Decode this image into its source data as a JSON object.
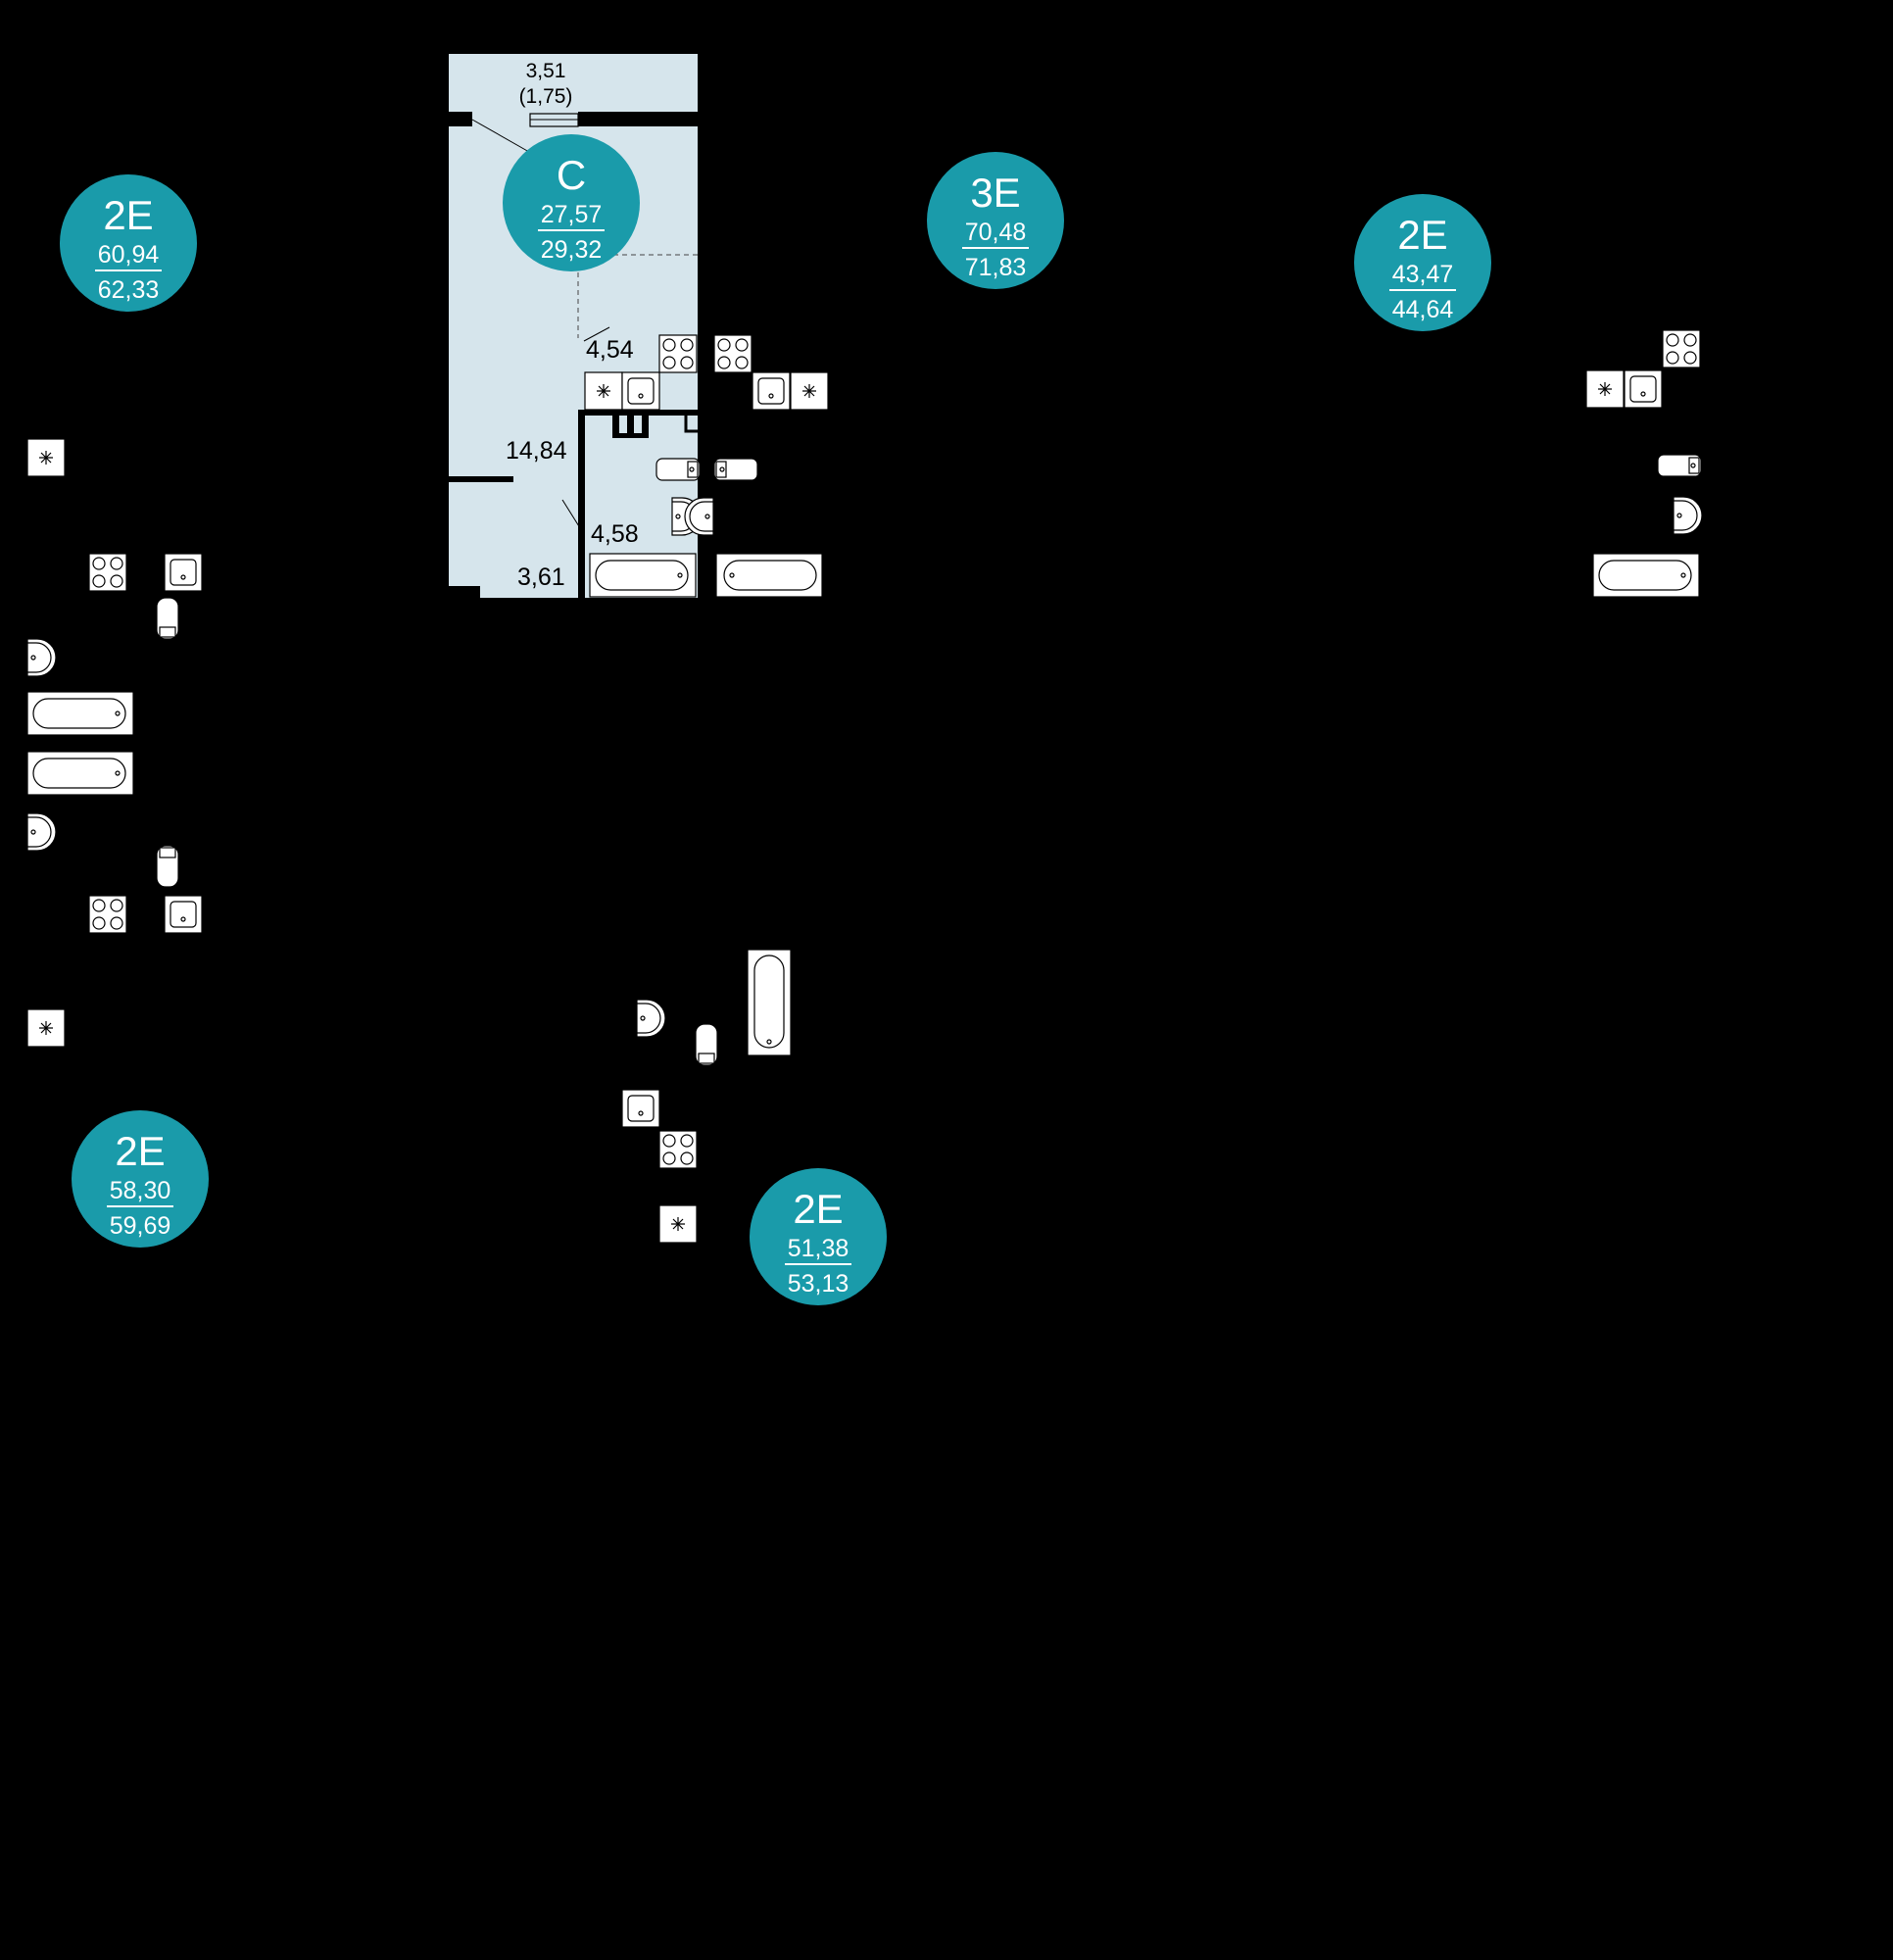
{
  "colors": {
    "background": "#000000",
    "badge": "#1a9baa",
    "highlight_apartment": "#d6e5ec",
    "wall": "#000000",
    "fixture": "#ffffff"
  },
  "highlighted_apartment": {
    "type": "С",
    "living_area": "27,57",
    "total_area": "29,32",
    "rooms": {
      "main_room": "14,84",
      "kitchen": "4,54",
      "bathroom": "4,58",
      "hallway": "3,61"
    },
    "balcony": {
      "area": "3,51",
      "reduced_area": "(1,75)"
    }
  },
  "badges": [
    {
      "type": "2Е",
      "living_area": "60,94",
      "total_area": "62,33"
    },
    {
      "type": "3Е",
      "living_area": "70,48",
      "total_area": "71,83"
    },
    {
      "type": "2Е",
      "living_area": "43,47",
      "total_area": "44,64"
    },
    {
      "type": "2Е",
      "living_area": "58,30",
      "total_area": "59,69"
    },
    {
      "type": "2Е",
      "living_area": "51,38",
      "total_area": "53,13"
    }
  ],
  "icons": [
    "stove-icon",
    "sink-icon",
    "fridge-icon",
    "toilet-icon",
    "washbasin-icon",
    "bathtub-icon"
  ]
}
